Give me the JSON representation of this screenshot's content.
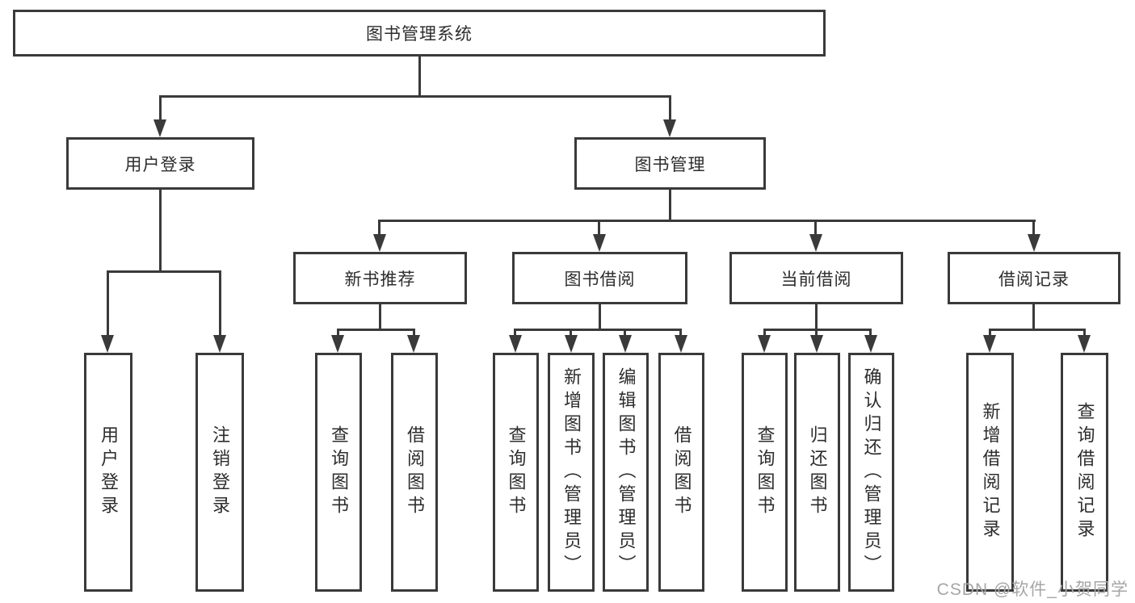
{
  "diagram": {
    "root": {
      "label": "图书管理系统"
    },
    "level2": [
      {
        "id": "user-login",
        "label": "用户登录"
      },
      {
        "id": "book-management",
        "label": "图书管理"
      }
    ],
    "level3": [
      {
        "id": "new-book-recommend",
        "label": "新书推荐"
      },
      {
        "id": "book-borrow",
        "label": "图书借阅"
      },
      {
        "id": "current-borrow",
        "label": "当前借阅"
      },
      {
        "id": "borrow-records",
        "label": "借阅记录"
      }
    ],
    "leaves": [
      {
        "parent": "用户登录",
        "label": "用户登录"
      },
      {
        "parent": "用户登录",
        "label": "注销登录"
      },
      {
        "parent": "新书推荐",
        "label": "查询图书"
      },
      {
        "parent": "新书推荐",
        "label": "借阅图书"
      },
      {
        "parent": "图书借阅",
        "label": "查询图书"
      },
      {
        "parent": "图书借阅",
        "label": "新增图书（管理员）"
      },
      {
        "parent": "图书借阅",
        "label": "编辑图书（管理员）"
      },
      {
        "parent": "图书借阅",
        "label": "借阅图书"
      },
      {
        "parent": "当前借阅",
        "label": "查询图书"
      },
      {
        "parent": "当前借阅",
        "label": "归还图书"
      },
      {
        "parent": "当前借阅",
        "label": "确认归还（管理员）"
      },
      {
        "parent": "借阅记录",
        "label": "新增借阅记录"
      },
      {
        "parent": "借阅记录",
        "label": "查询借阅记录"
      }
    ]
  },
  "watermark": "CSDN @软件_小贺同学",
  "colors": {
    "line": "#3a3a3a",
    "text": "#2d2d2d",
    "background": "#ffffff",
    "watermark": "#a6a6a6"
  }
}
